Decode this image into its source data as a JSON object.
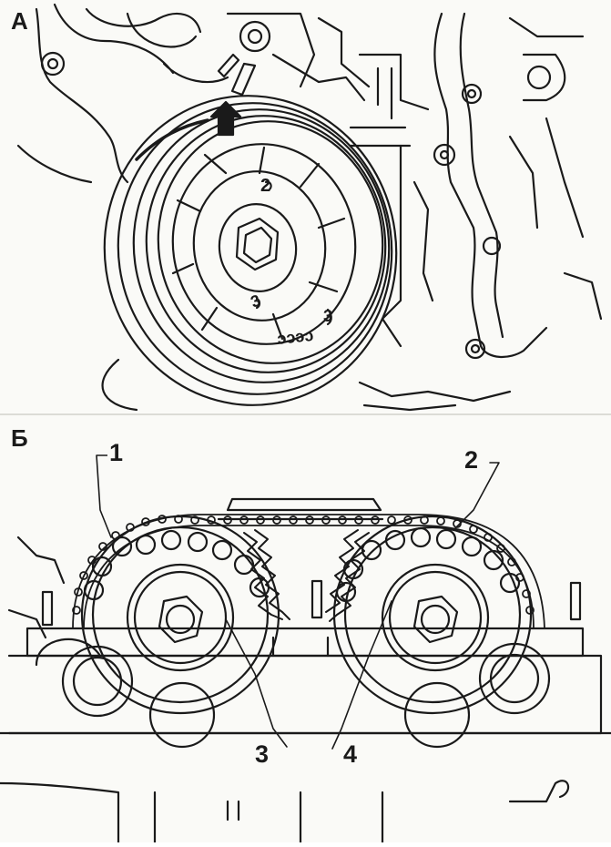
{
  "panels": {
    "top_label": "А",
    "bottom_label": "Б"
  },
  "callouts": {
    "c1": "1",
    "c2": "2",
    "c3": "3",
    "c4": "4"
  },
  "pulley_marks": {
    "mark_a": "2",
    "mark_b": "3",
    "mark_c": "3",
    "mark_d": "ɔɔɔɔ"
  },
  "colors": {
    "ink": "#1a1a1a",
    "paper": "#fafaf7"
  }
}
